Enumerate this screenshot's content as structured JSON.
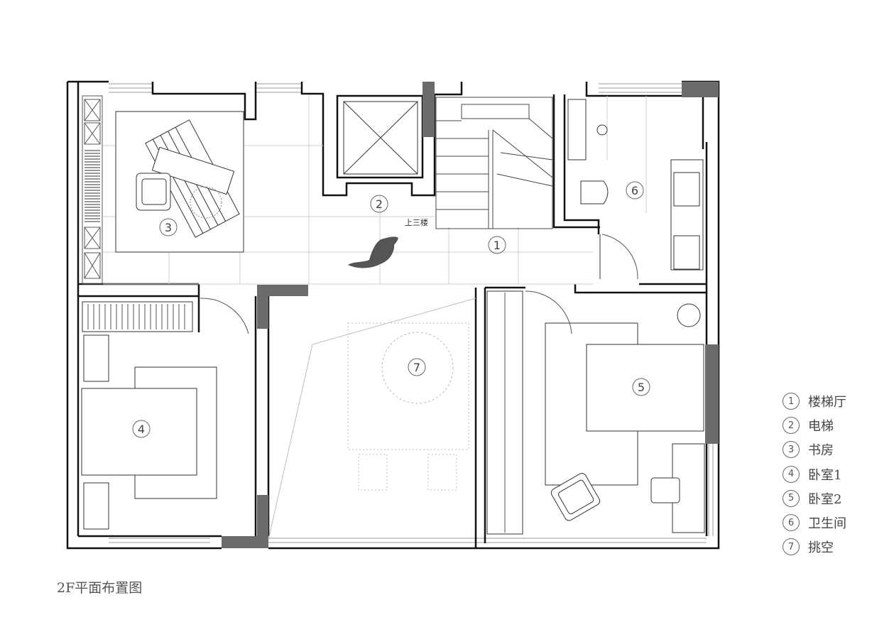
{
  "plan": {
    "title": "2F平面布置图",
    "stair_note": "上三楼",
    "rooms": [
      {
        "num": "1",
        "name": "楼梯厅"
      },
      {
        "num": "2",
        "name": "电梯"
      },
      {
        "num": "3",
        "name": "书房"
      },
      {
        "num": "4",
        "name": "卧室1"
      },
      {
        "num": "5",
        "name": "卧室2"
      },
      {
        "num": "6",
        "name": "卫生间"
      },
      {
        "num": "7",
        "name": "挑空"
      }
    ]
  },
  "colors": {
    "wall": "#111111",
    "column": "#6b6b6b",
    "line": "#999999",
    "faint": "#d0d0d0"
  }
}
